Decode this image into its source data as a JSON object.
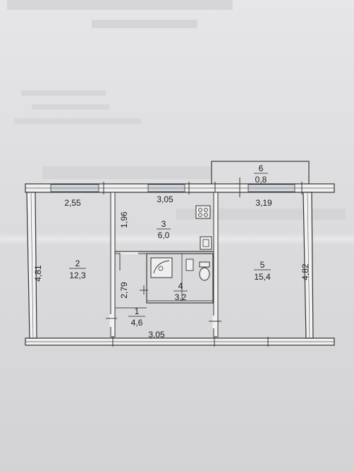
{
  "rooms": [
    {
      "number": "1",
      "area": "4,6"
    },
    {
      "number": "2",
      "area": "12,3"
    },
    {
      "number": "3",
      "area": "6,0"
    },
    {
      "number": "4",
      "area": "3,2"
    },
    {
      "number": "5",
      "area": "15,4"
    },
    {
      "number": "6",
      "area": "0,8"
    }
  ],
  "dimensions": {
    "top_left": "2,55",
    "top_middle": "3,05",
    "top_right": "3,19",
    "kitchen_depth": "1,96",
    "hall_depth": "2,79",
    "left_height": "4,81",
    "right_height": "4,82",
    "bottom": "3,05"
  }
}
